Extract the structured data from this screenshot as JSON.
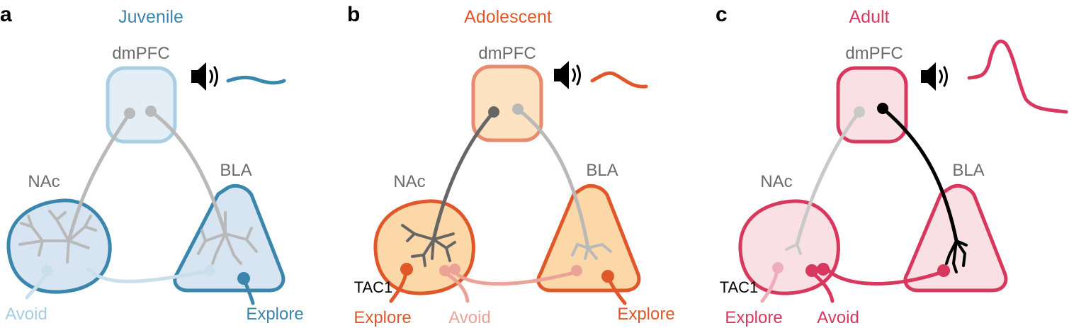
{
  "colors": {
    "juvenile": "#3a86ad",
    "juvenile_light": "#a9cde2",
    "juvenile_fill": "#e4eef6",
    "adolescent": "#e0582a",
    "adolescent_light": "#eba397",
    "adolescent_fill": "#fde3c2",
    "adult": "#d9385e",
    "adult_light": "#efadbc",
    "adult_fill": "#f8e0e4",
    "gray": "#b9b9b9",
    "dark_gray": "#666666"
  },
  "panels": [
    {
      "letter": "a",
      "title": "Juvenile",
      "regions": {
        "top": "dmPFC",
        "left": "NAc",
        "right": "BLA"
      },
      "tac": "",
      "outcomes": {
        "left": "Avoid",
        "right": "Explore"
      },
      "sound_icon": "speaker-icon"
    },
    {
      "letter": "b",
      "title": "Adolescent",
      "regions": {
        "top": "dmPFC",
        "left": "NAc",
        "right": "BLA"
      },
      "tac": "TAC1",
      "outcomes": {
        "left": "Explore",
        "middle": "Avoid",
        "right": "Explore"
      },
      "sound_icon": "speaker-icon"
    },
    {
      "letter": "c",
      "title": "Adult",
      "regions": {
        "top": "dmPFC",
        "left": "NAc",
        "right": "BLA"
      },
      "tac": "TAC1",
      "outcomes": {
        "left": "Explore",
        "middle": "Avoid"
      },
      "sound_icon": "speaker-icon"
    }
  ]
}
